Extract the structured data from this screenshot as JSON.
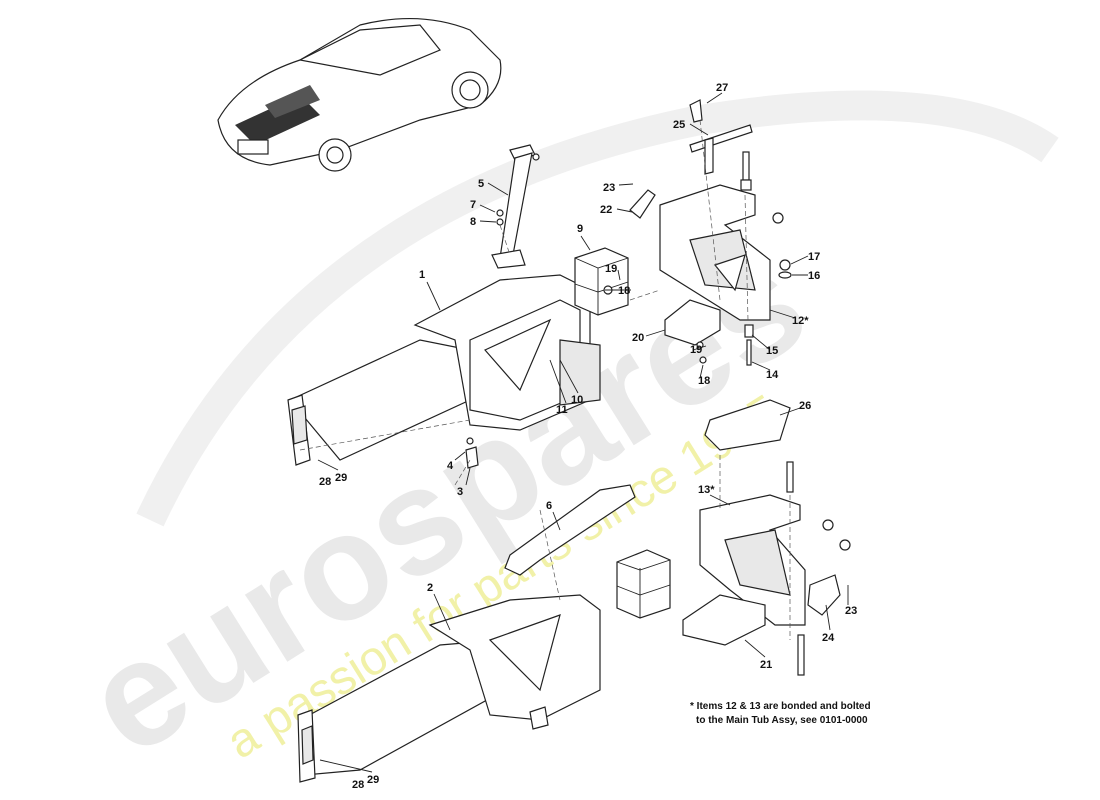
{
  "watermark": {
    "brand": "eurospares",
    "tagline": "a passion for parts since 1985"
  },
  "callouts": [
    {
      "id": "c27",
      "text": "27"
    },
    {
      "id": "c25",
      "text": "25"
    },
    {
      "id": "c23a",
      "text": "23"
    },
    {
      "id": "c22",
      "text": "22"
    },
    {
      "id": "c5",
      "text": "5"
    },
    {
      "id": "c7",
      "text": "7"
    },
    {
      "id": "c8",
      "text": "8"
    },
    {
      "id": "c9",
      "text": "9"
    },
    {
      "id": "c19a",
      "text": "19"
    },
    {
      "id": "c18a",
      "text": "18"
    },
    {
      "id": "c17",
      "text": "17"
    },
    {
      "id": "c16",
      "text": "16"
    },
    {
      "id": "c12",
      "text": "12*"
    },
    {
      "id": "c1",
      "text": "1"
    },
    {
      "id": "c20",
      "text": "20"
    },
    {
      "id": "c19b",
      "text": "19"
    },
    {
      "id": "c15",
      "text": "15"
    },
    {
      "id": "c18b",
      "text": "18"
    },
    {
      "id": "c14",
      "text": "14"
    },
    {
      "id": "c10",
      "text": "10"
    },
    {
      "id": "c11",
      "text": "11"
    },
    {
      "id": "c26",
      "text": "26"
    },
    {
      "id": "c4",
      "text": "4"
    },
    {
      "id": "c3",
      "text": "3"
    },
    {
      "id": "c29a",
      "text": "29"
    },
    {
      "id": "c28a",
      "text": "28"
    },
    {
      "id": "c13",
      "text": "13*"
    },
    {
      "id": "c6",
      "text": "6"
    },
    {
      "id": "c2",
      "text": "2"
    },
    {
      "id": "c23b",
      "text": "23"
    },
    {
      "id": "c24",
      "text": "24"
    },
    {
      "id": "c21",
      "text": "21"
    },
    {
      "id": "c29b",
      "text": "29"
    },
    {
      "id": "c28b",
      "text": "28"
    }
  ],
  "footnote": {
    "line1": "* Items 12 & 13 are bonded and bolted",
    "line2": "to the Main Tub Assy, see 0101-0000"
  }
}
